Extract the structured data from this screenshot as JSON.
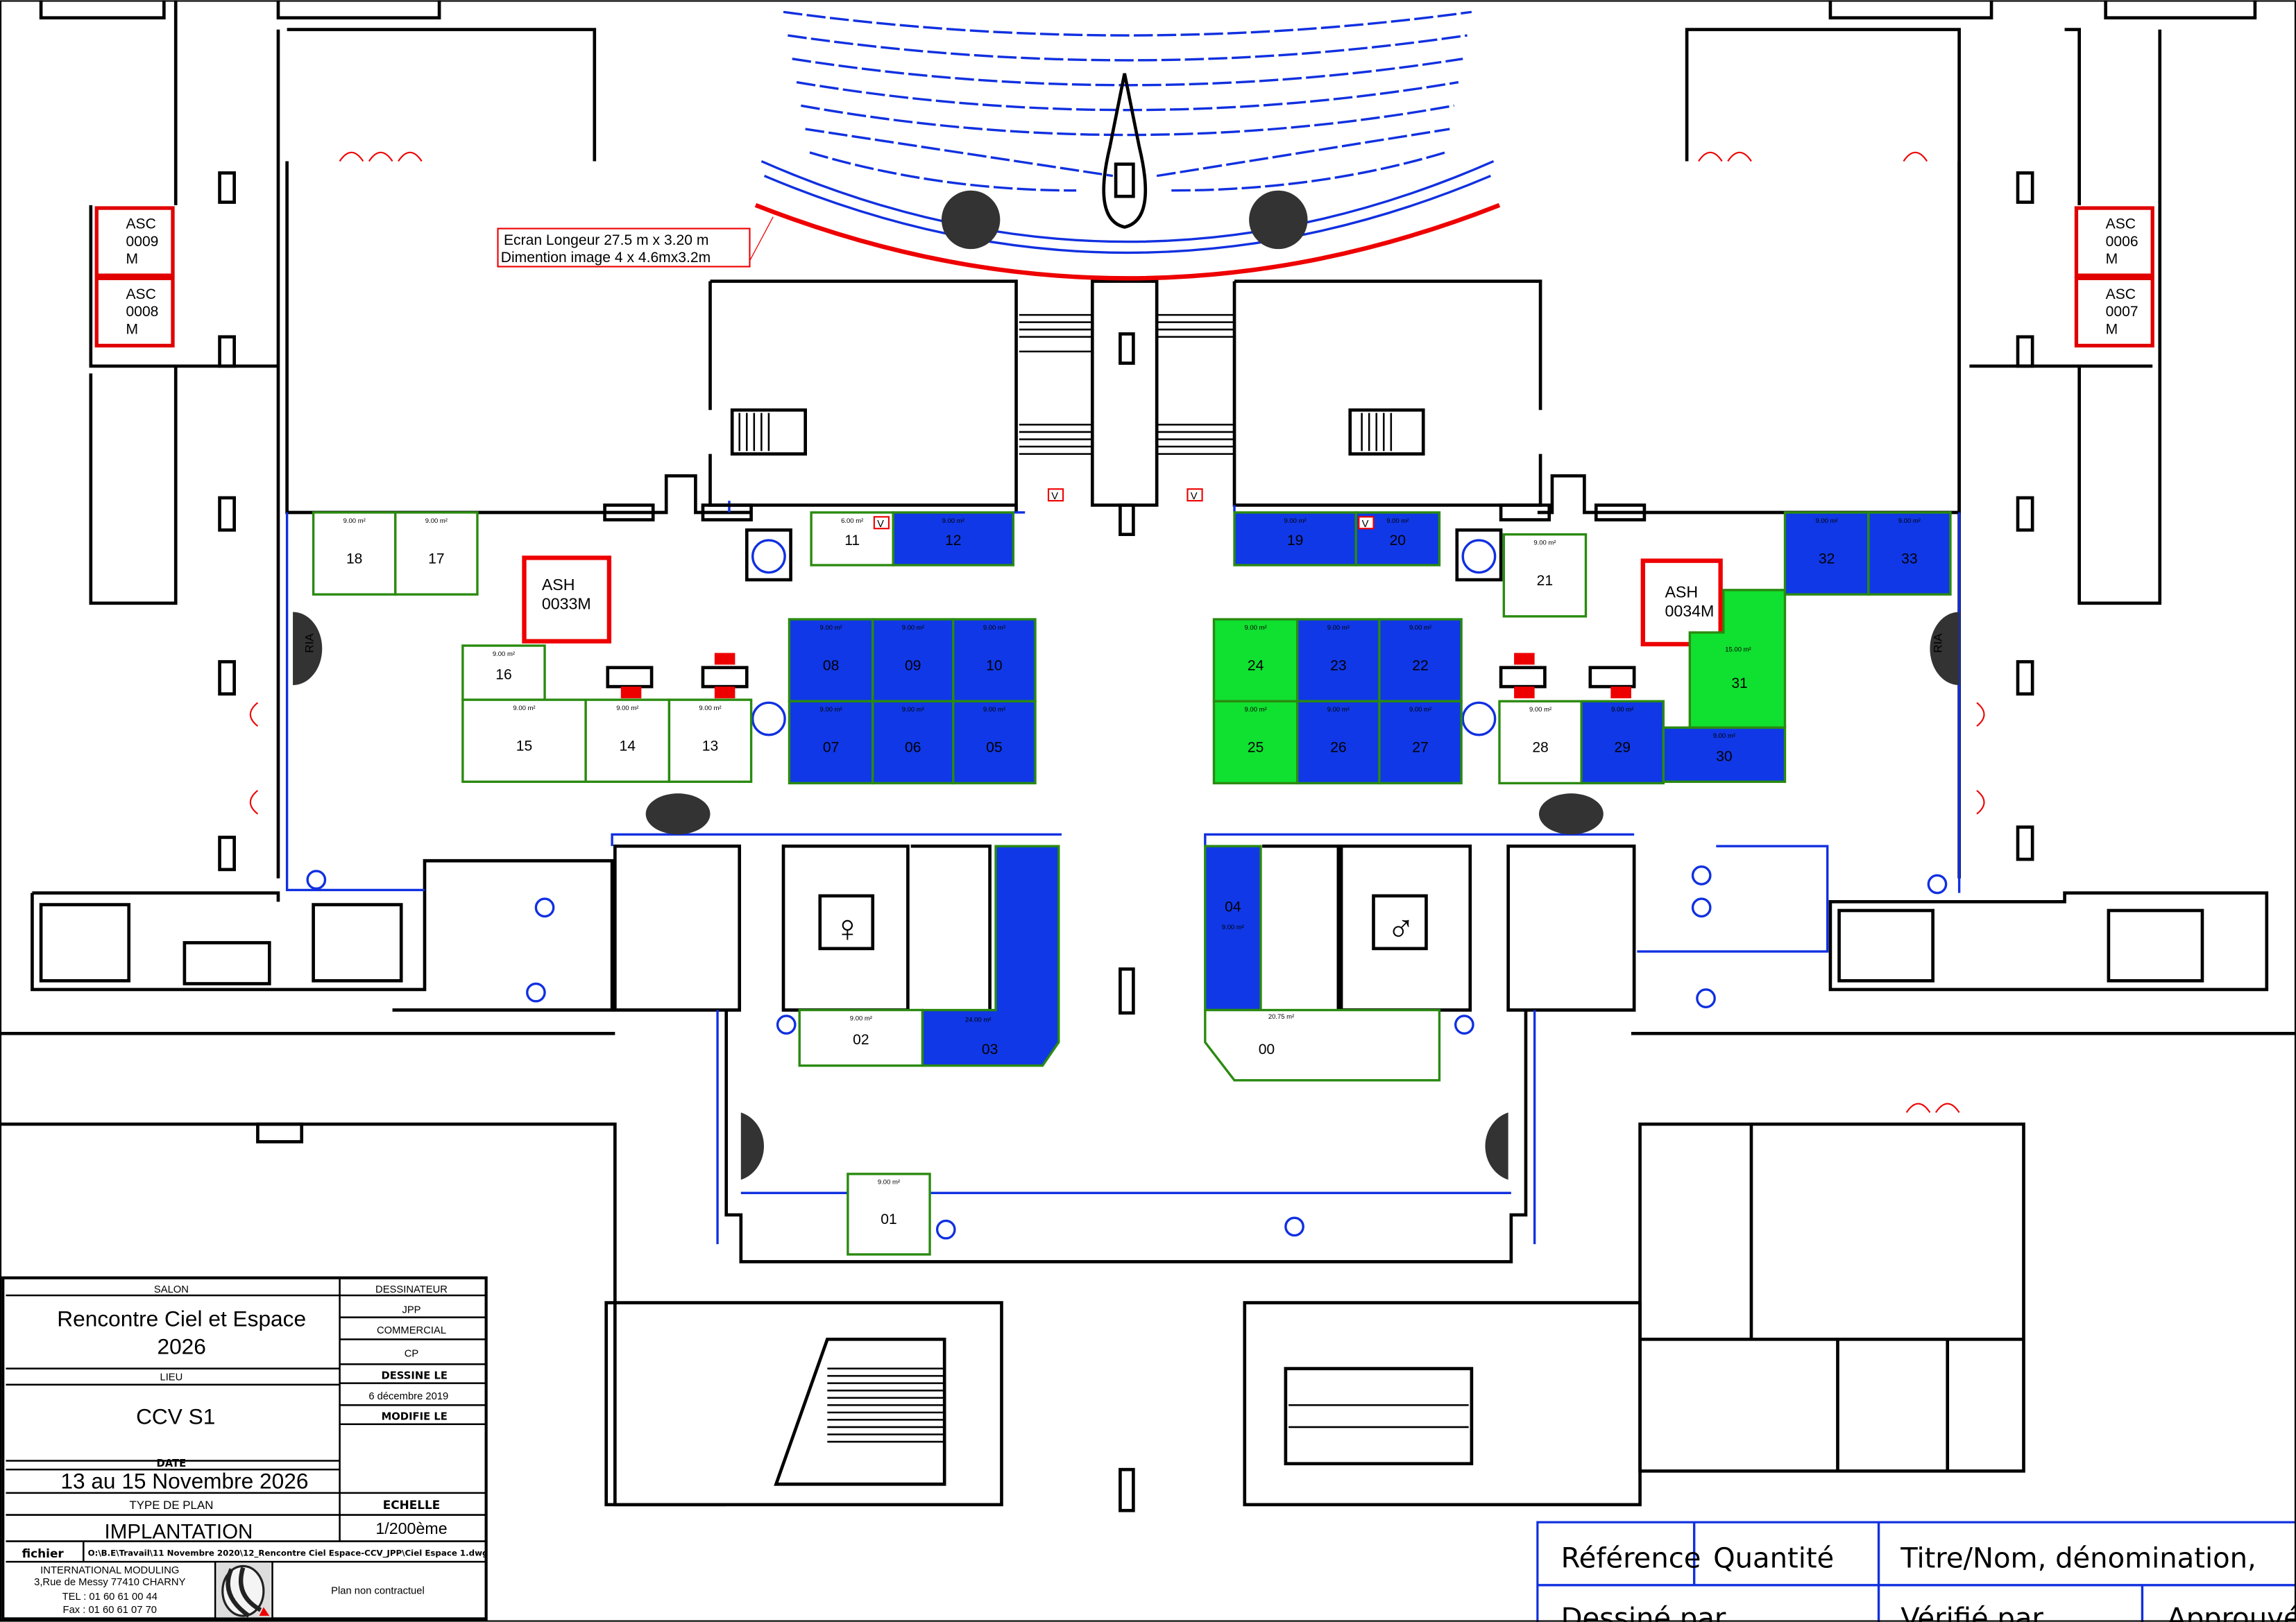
{
  "colors": {
    "booth_blue": "#1038e6",
    "booth_green": "#10e030",
    "booth_white": "#ffffff",
    "booth_border": "#2a8a10",
    "wall": "#000000",
    "accent_red": "#e00000",
    "accent_blue": "#1030e0"
  },
  "screen_note": {
    "line1": "Ecran Longeur 27.5 m x 3.20 m",
    "line2": "Dimention image 4 x 4.6mx3.2m"
  },
  "elevators": [
    {
      "label1": "ASC",
      "label2": "0009",
      "label3": "M"
    },
    {
      "label1": "ASC",
      "label2": "0008",
      "label3": "M"
    },
    {
      "label1": "ASC",
      "label2": "0006",
      "label3": "M"
    },
    {
      "label1": "ASC",
      "label2": "0007",
      "label3": "M"
    }
  ],
  "ash": [
    {
      "label1": "ASH",
      "label2": "0033M"
    },
    {
      "label1": "ASH",
      "label2": "0034M"
    }
  ],
  "ria_label": "RIA",
  "vent_marker": "V",
  "booths": [
    {
      "id": "18",
      "area": "9.00 m²",
      "fill": "#ffffff"
    },
    {
      "id": "17",
      "area": "9.00 m²",
      "fill": "#ffffff"
    },
    {
      "id": "11",
      "area": "6.00 m²",
      "fill": "#ffffff"
    },
    {
      "id": "12",
      "area": "9.00 m²",
      "fill": "#1038e6"
    },
    {
      "id": "16",
      "area": "9.00 m²",
      "fill": "#ffffff"
    },
    {
      "id": "15",
      "area": "9.00 m²",
      "fill": "#ffffff"
    },
    {
      "id": "14",
      "area": "9.00 m²",
      "fill": "#ffffff"
    },
    {
      "id": "13",
      "area": "9.00 m²",
      "fill": "#ffffff"
    },
    {
      "id": "08",
      "area": "9.00 m²",
      "fill": "#1038e6"
    },
    {
      "id": "09",
      "area": "9.00 m²",
      "fill": "#1038e6"
    },
    {
      "id": "10",
      "area": "9.00 m²",
      "fill": "#1038e6"
    },
    {
      "id": "07",
      "area": "9.00 m²",
      "fill": "#1038e6"
    },
    {
      "id": "06",
      "area": "9.00 m²",
      "fill": "#1038e6"
    },
    {
      "id": "05",
      "area": "9.00 m²",
      "fill": "#1038e6"
    },
    {
      "id": "19",
      "area": "9.00 m²",
      "fill": "#1038e6"
    },
    {
      "id": "20",
      "area": "9.00 m²",
      "fill": "#1038e6"
    },
    {
      "id": "21",
      "area": "9.00 m²",
      "fill": "#ffffff"
    },
    {
      "id": "24",
      "area": "9.00 m²",
      "fill": "#10e030"
    },
    {
      "id": "23",
      "area": "9.00 m²",
      "fill": "#1038e6"
    },
    {
      "id": "22",
      "area": "9.00 m²",
      "fill": "#1038e6"
    },
    {
      "id": "25",
      "area": "9.00 m²",
      "fill": "#10e030"
    },
    {
      "id": "26",
      "area": "9.00 m²",
      "fill": "#1038e6"
    },
    {
      "id": "27",
      "area": "9.00 m²",
      "fill": "#1038e6"
    },
    {
      "id": "28",
      "area": "9.00 m²",
      "fill": "#ffffff"
    },
    {
      "id": "29",
      "area": "9.00 m²",
      "fill": "#1038e6"
    },
    {
      "id": "30",
      "area": "9.00 m²",
      "fill": "#1038e6"
    },
    {
      "id": "31",
      "area": "15.00 m²",
      "fill": "#10e030"
    },
    {
      "id": "32",
      "area": "9.00 m²",
      "fill": "#1038e6"
    },
    {
      "id": "33",
      "area": "9.00 m²",
      "fill": "#1038e6"
    },
    {
      "id": "02",
      "area": "9.00 m²",
      "fill": "#ffffff"
    },
    {
      "id": "03",
      "area": "24.00 m²",
      "fill": "#1038e6"
    },
    {
      "id": "04",
      "area": "9.00 m²",
      "fill": "#1038e6"
    },
    {
      "id": "00",
      "area": "20.75 m²",
      "fill": "#ffffff"
    },
    {
      "id": "01",
      "area": "9.00 m²",
      "fill": "#ffffff"
    }
  ],
  "title_block": {
    "salon_label": "SALON",
    "salon_line1": "Rencontre Ciel et Espace",
    "salon_line2": "2026",
    "lieu_label": "LIEU",
    "lieu": "CCV S1",
    "date_label": "DATE",
    "date": "13 au 15 Novembre 2026",
    "type_label": "TYPE DE PLAN",
    "type": "IMPLANTATION",
    "dessinateur_label": "DESSINATEUR",
    "dessinateur": "JPP",
    "commercial_label": "COMMERCIAL",
    "commercial": "CP",
    "dessine_le_label": "DESSINE LE",
    "dessine_le": "6 décembre 2019",
    "modifie_le_label": "MODIFIE LE",
    "echelle_label": "ECHELLE",
    "echelle": "1/200ème",
    "fichier_label": "fichier",
    "fichier": "O:\\B.E\\Travail\\11 Novembre 2020\\12_Rencontre Ciel Espace-CCV_JPP\\Ciel Espace 1.dwg",
    "company": "INTERNATIONAL MODULING",
    "address": "3,Rue de Messy 77410 CHARNY",
    "tel": "TEL : 01 60 61 00 44",
    "fax": "Fax : 01 60 61 07 70",
    "disclaimer": "Plan non contractuel"
  },
  "cartouche": {
    "reference": "Référence",
    "quantite": "Quantité",
    "titre": "Titre/Nom, dénomination,",
    "dessine_par": "Dessiné par",
    "verifie_par": "Vérifié par",
    "approuve": "Approuvé"
  }
}
